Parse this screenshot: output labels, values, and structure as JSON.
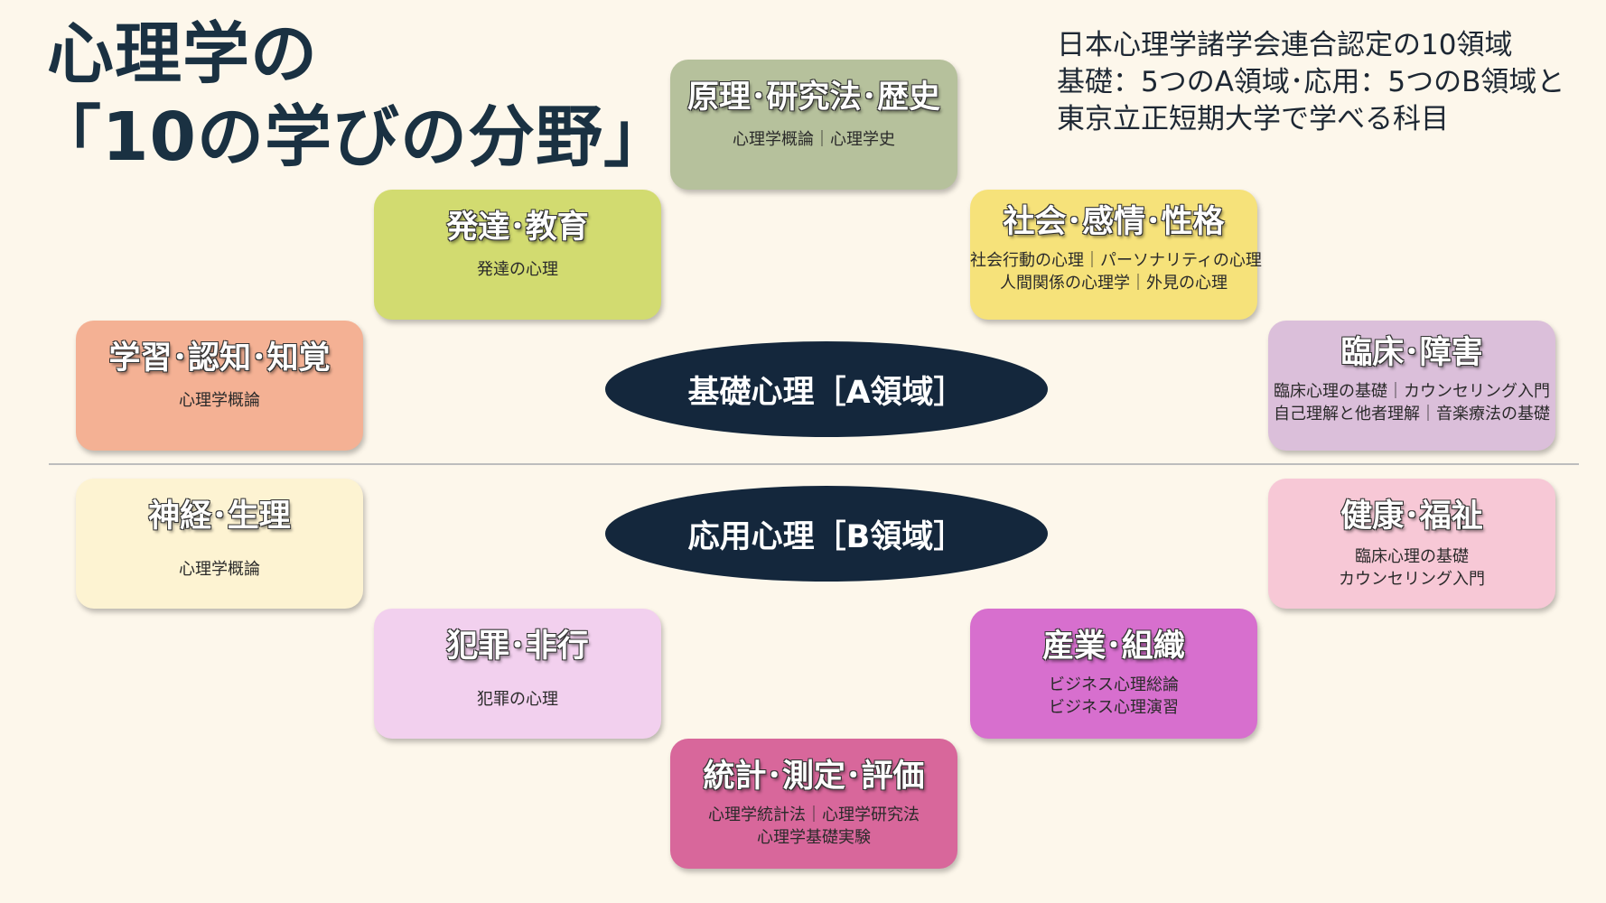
{
  "title": {
    "line1": "心理学の",
    "line2": "「10の学びの分野」"
  },
  "description": {
    "line1": "日本心理学諸学会連合認定の10領域",
    "line2": "基礎：5つのA領域･応用：5つのB領域と",
    "line3": "東京立正短期大学で学べる科目"
  },
  "center": {
    "a": "基礎心理［A領域］",
    "b": "応用心理［B領域］"
  },
  "fields": {
    "principles": {
      "title": "原理･研究法･歴史",
      "subjects": [
        "心理学概論｜心理学史"
      ],
      "color": "#b6c19c"
    },
    "social": {
      "title": "社会･感情･性格",
      "subjects": [
        "社会行動の心理｜パーソナリティの心理",
        "人間関係の心理学｜外見の心理"
      ],
      "color": "#f6e27a"
    },
    "development": {
      "title": "発達･教育",
      "subjects": [
        "発達の心理"
      ],
      "color": "#d2db70"
    },
    "learning": {
      "title": "学習･認知･知覚",
      "subjects": [
        "心理学概論"
      ],
      "color": "#f4b194"
    },
    "clinical": {
      "title": "臨床･障害",
      "subjects": [
        "臨床心理の基礎｜カウンセリング入門",
        "自己理解と他者理解｜音楽療法の基礎"
      ],
      "color": "#dbbfda"
    },
    "neuro": {
      "title": "神経･生理",
      "subjects": [
        "心理学概論"
      ],
      "color": "#fdf3d2"
    },
    "health": {
      "title": "健康･福祉",
      "subjects": [
        "臨床心理の基礎",
        "カウンセリング入門"
      ],
      "color": "#f7c8d6"
    },
    "crime": {
      "title": "犯罪･非行",
      "subjects": [
        "犯罪の心理"
      ],
      "color": "#f2d0ee"
    },
    "industry": {
      "title": "産業･組織",
      "subjects": [
        "ビジネス心理総論",
        "ビジネス心理演習"
      ],
      "color": "#d76fce"
    },
    "statistics": {
      "title": "統計･測定･評価",
      "subjects": [
        "心理学統計法｜心理学研究法",
        "心理学基礎実験"
      ],
      "color": "#d8679b"
    }
  }
}
